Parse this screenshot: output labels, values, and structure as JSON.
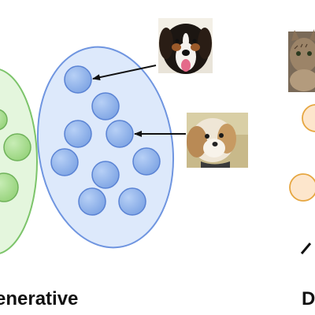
{
  "captions": {
    "left": "enerative",
    "right": "D"
  },
  "images": {
    "dog_top": "bernese-mountain-dog-photo",
    "dog_mid": "shih-tzu-dog-photo",
    "cat": "tabby-cat-photo"
  },
  "colors": {
    "blue_cluster_fill": "#dde9fb",
    "blue_cluster_stroke": "#6f95e0",
    "blue_dot": "#88aee8",
    "green_cluster_fill": "#e4f6dd",
    "green_cluster_stroke": "#7cc46a",
    "green_dot": "#a8de92",
    "orange_dot": "#fde6cc",
    "orange_stroke": "#e6a640",
    "arrow": "#111111"
  }
}
